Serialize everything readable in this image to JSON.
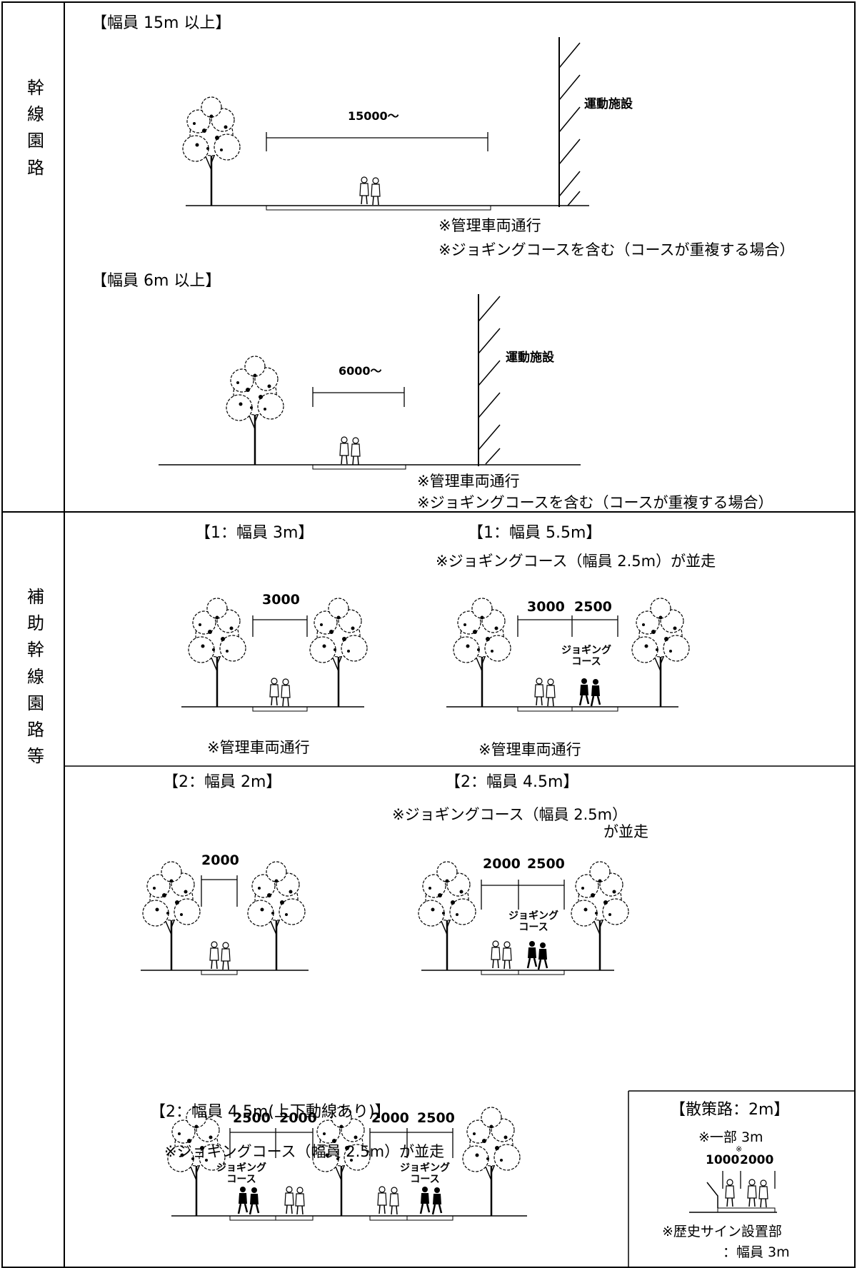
{
  "mainline": {
    "label": [
      "幹",
      "線",
      "園",
      "路"
    ],
    "w15": {
      "heading": "【幅員 15m 以上】",
      "dimension": "15000～",
      "facility": "運動施設",
      "note1": "※管理車両通行",
      "note2": "※ジョギングコースを含む（コースが重複する場合）"
    },
    "w6": {
      "heading": "【幅員 6m 以上】",
      "dimension": "6000～",
      "facility": "運動施設",
      "note1": "※管理車両通行",
      "note2": "※ジョギングコースを含む（コースが重複する場合）"
    }
  },
  "auxiliary": {
    "label": [
      "補",
      "助",
      "幹",
      "線",
      "園",
      "路",
      "等"
    ],
    "t1_3m": {
      "heading": "【1：幅員 3m】",
      "dimension": "3000",
      "note": "※管理車両通行"
    },
    "t1_55m": {
      "heading": "【1：幅員 5.5m】",
      "sub": "※ジョギングコース（幅員 2.5m）が並走",
      "dim_a": "3000",
      "dim_b": "2500",
      "jog": "ジョギング\nコース",
      "note": "※管理車両通行"
    },
    "t2_2m": {
      "heading": "【2：幅員 2m】",
      "dimension": "2000"
    },
    "t2_45m": {
      "heading": "【2：幅員 4.5m】",
      "sub1": "※ジョギングコース（幅員 2.5m）",
      "sub2": "が並走",
      "dim_a": "2000",
      "dim_b": "2500",
      "jog": "ジョギング\nコース"
    },
    "t2_45m_ud": {
      "heading": "【2：幅員 4.5m(上下動線あり)】",
      "sub": "※ジョギングコース（幅員 2.5m）が並走",
      "left_a": "2500",
      "left_b": "2000",
      "right_a": "2000",
      "right_b": "2500",
      "jog": "ジョギング\nコース"
    },
    "stroll": {
      "heading": "【散策路：2m】",
      "sub": "※一部 3m",
      "dim_a": "1000",
      "dim_b": "2000",
      "mark": "※",
      "note1": "※歴史サイン設置部",
      "note2": "：幅員 3m"
    }
  }
}
